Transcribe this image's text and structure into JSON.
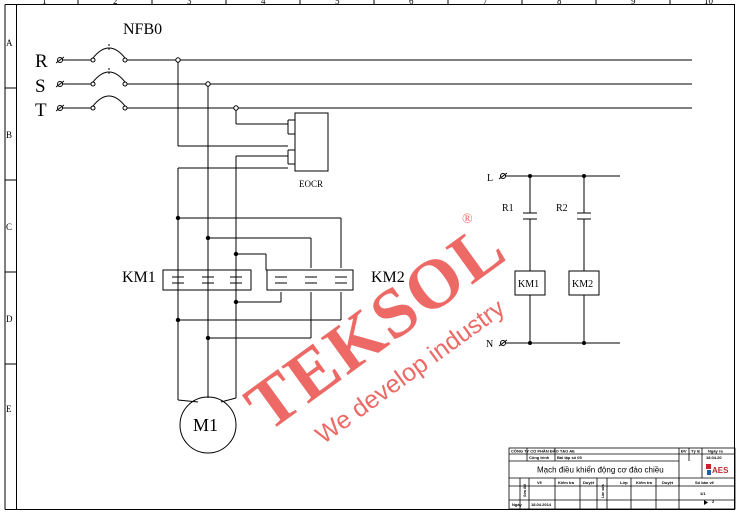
{
  "frame": {
    "columns": [
      "1",
      "2",
      "3",
      "4",
      "5",
      "6",
      "7",
      "8",
      "9",
      "10"
    ],
    "rows": [
      "A",
      "B",
      "C",
      "D",
      "E"
    ]
  },
  "power": {
    "breaker_label": "NFB0",
    "phases": [
      "R",
      "S",
      "T"
    ],
    "overload_label": "EOCR",
    "contactor1_label": "KM1",
    "contactor2_label": "KM2",
    "motor_label": "M1"
  },
  "control": {
    "line_label": "L",
    "neutral_label": "N",
    "relays": [
      "R1",
      "R2"
    ],
    "coils": [
      "KM1",
      "KM2"
    ]
  },
  "watermark": {
    "brand": "TEKSOL",
    "registered": "®",
    "tagline": "We develop industry",
    "color": "#e8433f"
  },
  "title_block": {
    "company": "CÔNG TY CỔ PHẦN ĐÀO TẠO AE",
    "project_label": "Công trình",
    "drawing_no_label": "Bài tập số 05",
    "title": "Mạch điều khiển động cơ đảo chiều",
    "rev_label": "ĐV",
    "scale_label": "Tỷ lệ",
    "date_label": "Ngày ra",
    "date_value": "18.04.20",
    "drawn_label": "Vẽ",
    "check_label": "Kiểm tra",
    "approve_label": "Duyệt",
    "layer_label": "Lớp",
    "sheet_label": "Số bản vẽ",
    "sheet_value": "1/1",
    "left_vertical": "Sửa đổi",
    "right_vertical": "Lần sửa",
    "date_row_label": "Ngày",
    "date_row_value": "18.04.2014",
    "logo_text": "AES",
    "page_value": "2"
  }
}
